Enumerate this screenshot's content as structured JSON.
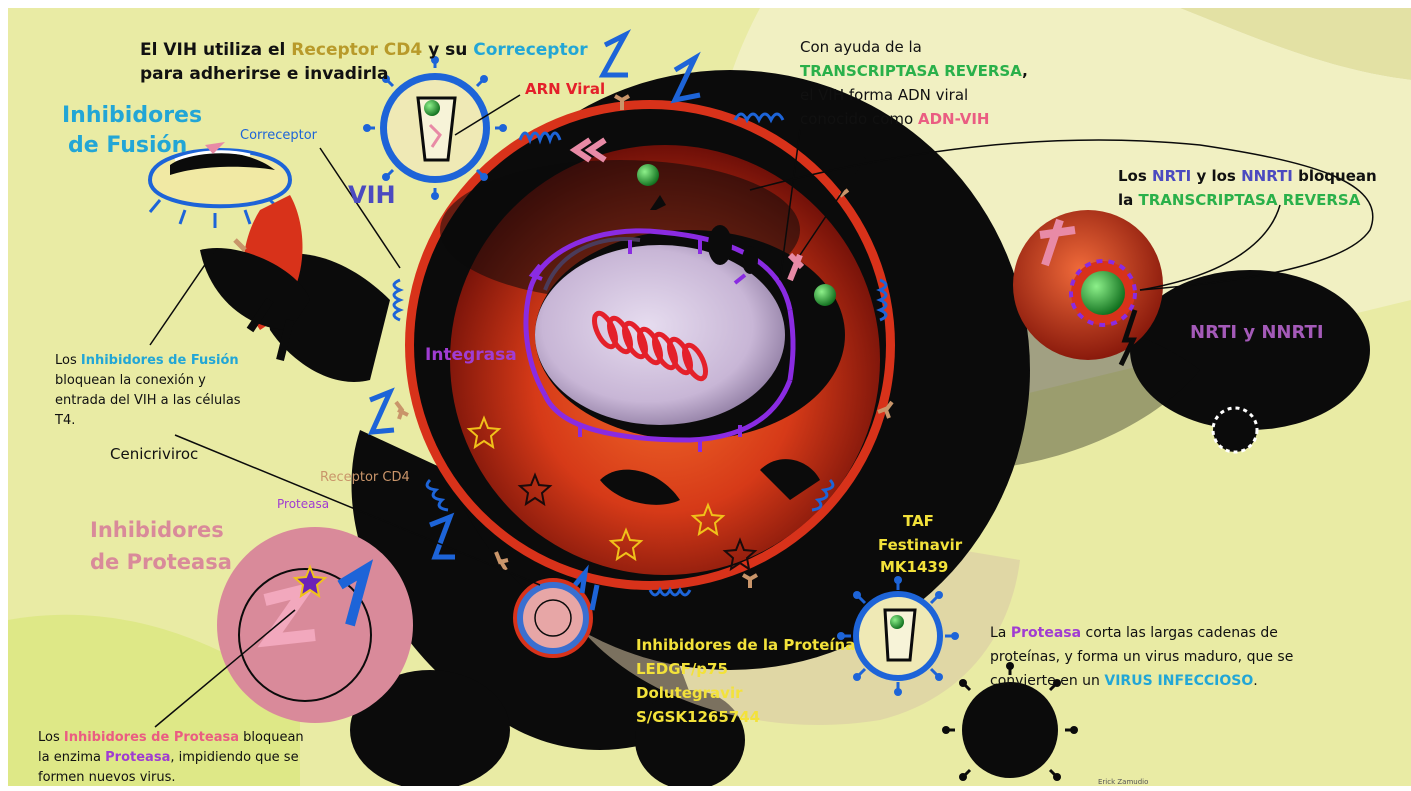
{
  "colors": {
    "background": "#f3f2c4",
    "cell_red": "#d8321a",
    "nucleus_lavender": "#cbb8d9",
    "hiv_blue": "#1d64d8",
    "integrasa_purple": "#a03cd2",
    "green_rt": "#2ab04a",
    "gold": "#b89a2a",
    "cyan": "#22a6d6",
    "pink": "#ea5d82",
    "yellow_text": "#f3e23a",
    "proteasa_pink": "#d98a9a"
  },
  "title": {
    "part1": "El VIH utiliza el ",
    "receptor": "Receptor CD4",
    "part2": " y su ",
    "correceptor": "Correceptor",
    "line2": "para adherirse e invadirla"
  },
  "labels": {
    "arn_viral": "ARN Viral",
    "correceptor": "Correceptor",
    "vih": "VIH",
    "integrasa": "Integrasa",
    "receptor_cd4": "Receptor CD4",
    "cenicriviroc": "Cenicriviroc",
    "proteasa": "Proteasa",
    "nrti_nnrti": "NRTI y NNRTI",
    "inhibidores_fusion_l1": "Inhibidores",
    "inhibidores_fusion_l2": "de Fusión",
    "inhibidores_proteasa_l1": "Inhibidores",
    "inhibidores_proteasa_l2": "de Proteasa",
    "taf": "TAF",
    "festinavir": "Festinavir",
    "mk1439": "MK1439",
    "author": "Erick Zamudio"
  },
  "rt_text": {
    "l1": "Con ayuda de la",
    "l2": "TRANSCRIPTASA REVERSA",
    "l2b": ",",
    "l3": "el VIH forma ADN viral",
    "l4a": "conocido como ",
    "l4b": "ADN-VIH"
  },
  "nrti_text": {
    "a": "Los ",
    "b": "NRTI",
    "c": " y los ",
    "d": "NNRTI",
    "e": " bloquean",
    "f": "la ",
    "g": "TRANSCRIPTASA REVERSA"
  },
  "fusion_text": {
    "a": "Los ",
    "b": "Inhibidores de Fusión",
    "l2": "bloquean la conexión y",
    "l3": "entrada del VIH a las células",
    "l4": "T4."
  },
  "proteasa_text": {
    "a": "Los ",
    "b": "Inhibidores de Proteasa",
    "c": " bloquean",
    "l2a": "la enzima ",
    "l2b": "Proteasa",
    "l2c": ", impidiendo que se",
    "l3": "formen nuevos virus."
  },
  "ledgf_text": {
    "l1": "Inhibidores de la Proteína",
    "l2": "LEDGF/p75",
    "l3": "Dolutegravir",
    "l4": "S/GSK1265744"
  },
  "maturation_text": {
    "a": "La ",
    "b": "Proteasa",
    "c": " corta las largas cadenas de",
    "l2": "proteínas, y forma un virus maduro, que se",
    "l3a": "convierte en un ",
    "l3b": "VIRUS INFECCIOSO",
    "l3c": "."
  }
}
